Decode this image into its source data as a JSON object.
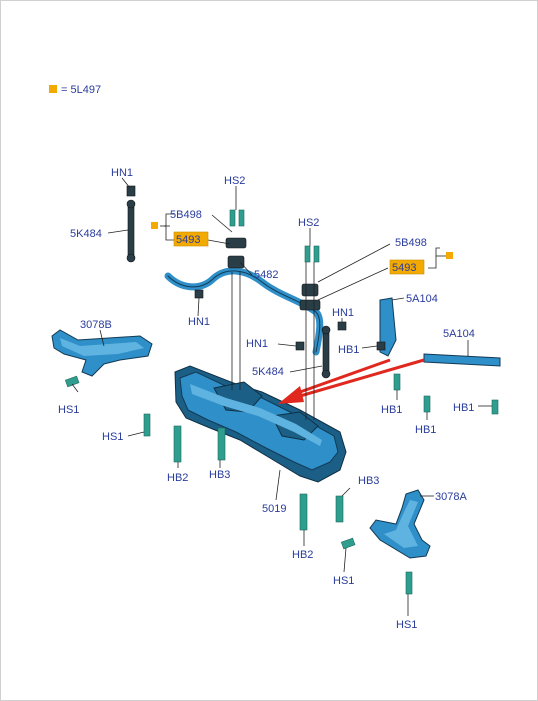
{
  "legend": {
    "swatch_color": "#f2a900",
    "text": "= 5L497"
  },
  "labels": {
    "hn1_top": "HN1",
    "hs2_a": "HS2",
    "hs2_b": "HS2",
    "p5b498_a": "5B498",
    "p5b498_b": "5B498",
    "p5493_a": "5493",
    "p5493_b": "5493",
    "p5k484_a": "5K484",
    "p5k484_b": "5K484",
    "p5482": "5482",
    "hn1_mid": "HN1",
    "hn1_right": "HN1",
    "hn1_link": "HN1",
    "p5a104_a": "5A104",
    "p5a104_b": "5A104",
    "p3078b": "3078B",
    "p3078a": "3078A",
    "hb1_a": "HB1",
    "hb1_b": "HB1",
    "hb1_c": "HB1",
    "hb1_d": "HB1",
    "hs1_a": "HS1",
    "hs1_b": "HS1",
    "hs1_c": "HS1",
    "hs1_d": "HS1",
    "hb2_a": "HB2",
    "hb2_b": "HB2",
    "hb3_a": "HB3",
    "hb3_b": "HB3",
    "p5019": "5019"
  },
  "colors": {
    "label": "#2a3c9c",
    "highlight": "#f2a900",
    "part_blue": "#2f8fc8",
    "bolt_green": "#2f9e8e",
    "arrow_red": "#e0281e"
  }
}
